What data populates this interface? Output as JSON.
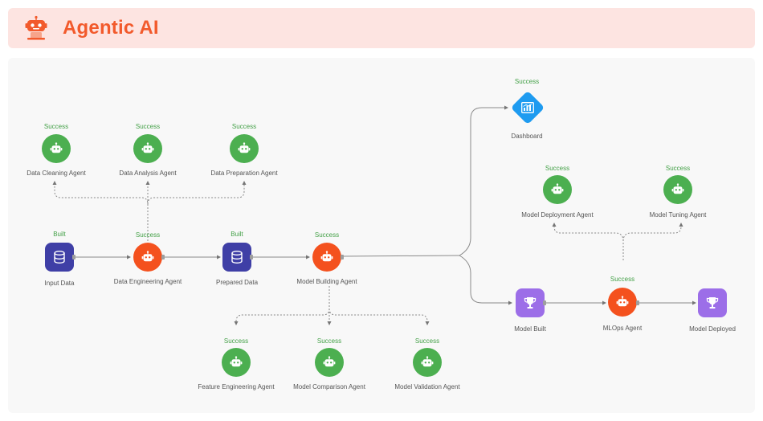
{
  "header": {
    "title": "Agentic AI",
    "logo_icon": "robot-laptop-icon"
  },
  "nodes": {
    "input_data": {
      "label": "Input Data",
      "status": "Built",
      "icon": "database-icon"
    },
    "data_engineering_agent": {
      "label": "Data Engineering Agent",
      "status": "Success",
      "icon": "robot-icon"
    },
    "prepared_data": {
      "label": "Prepared Data",
      "status": "Built",
      "icon": "database-icon"
    },
    "model_building_agent": {
      "label": "Model Building Agent",
      "status": "Success",
      "icon": "robot-icon"
    },
    "data_cleaning_agent": {
      "label": "Data Cleaning Agent",
      "status": "Success",
      "icon": "robot-icon"
    },
    "data_analysis_agent": {
      "label": "Data Analysis Agent",
      "status": "Success",
      "icon": "robot-icon"
    },
    "data_preparation_agent": {
      "label": "Data Preparation Agent",
      "status": "Success",
      "icon": "robot-icon"
    },
    "feature_engineering_agent": {
      "label": "Feature Engineering Agent",
      "status": "Success",
      "icon": "robot-icon"
    },
    "model_comparison_agent": {
      "label": "Model Comparison Agent",
      "status": "Success",
      "icon": "robot-icon"
    },
    "model_validation_agent": {
      "label": "Model Validation Agent",
      "status": "Success",
      "icon": "robot-icon"
    },
    "dashboard": {
      "label": "Dashboard",
      "status": "Success",
      "icon": "dashboard-icon"
    },
    "model_built": {
      "label": "Model Built",
      "status": "",
      "icon": "trophy-icon"
    },
    "mlops_agent": {
      "label": "MLOps Agent",
      "status": "Success",
      "icon": "robot-icon"
    },
    "model_deployed": {
      "label": "Model Deployed",
      "status": "",
      "icon": "trophy-icon"
    },
    "model_deployment_agent": {
      "label": "Model Deployment Agent",
      "status": "Success",
      "icon": "robot-icon"
    },
    "model_tuning_agent": {
      "label": "Model Tuning Agent",
      "status": "Success",
      "icon": "robot-icon"
    }
  },
  "colors": {
    "accent": "#f25a2c",
    "success": "#43a047",
    "agent_green": "#4caf50",
    "agent_orange": "#f4511e",
    "data_navy": "#3f3fa6",
    "artifact_purple": "#9c6ee8",
    "dashboard_blue": "#1e9bf0"
  }
}
